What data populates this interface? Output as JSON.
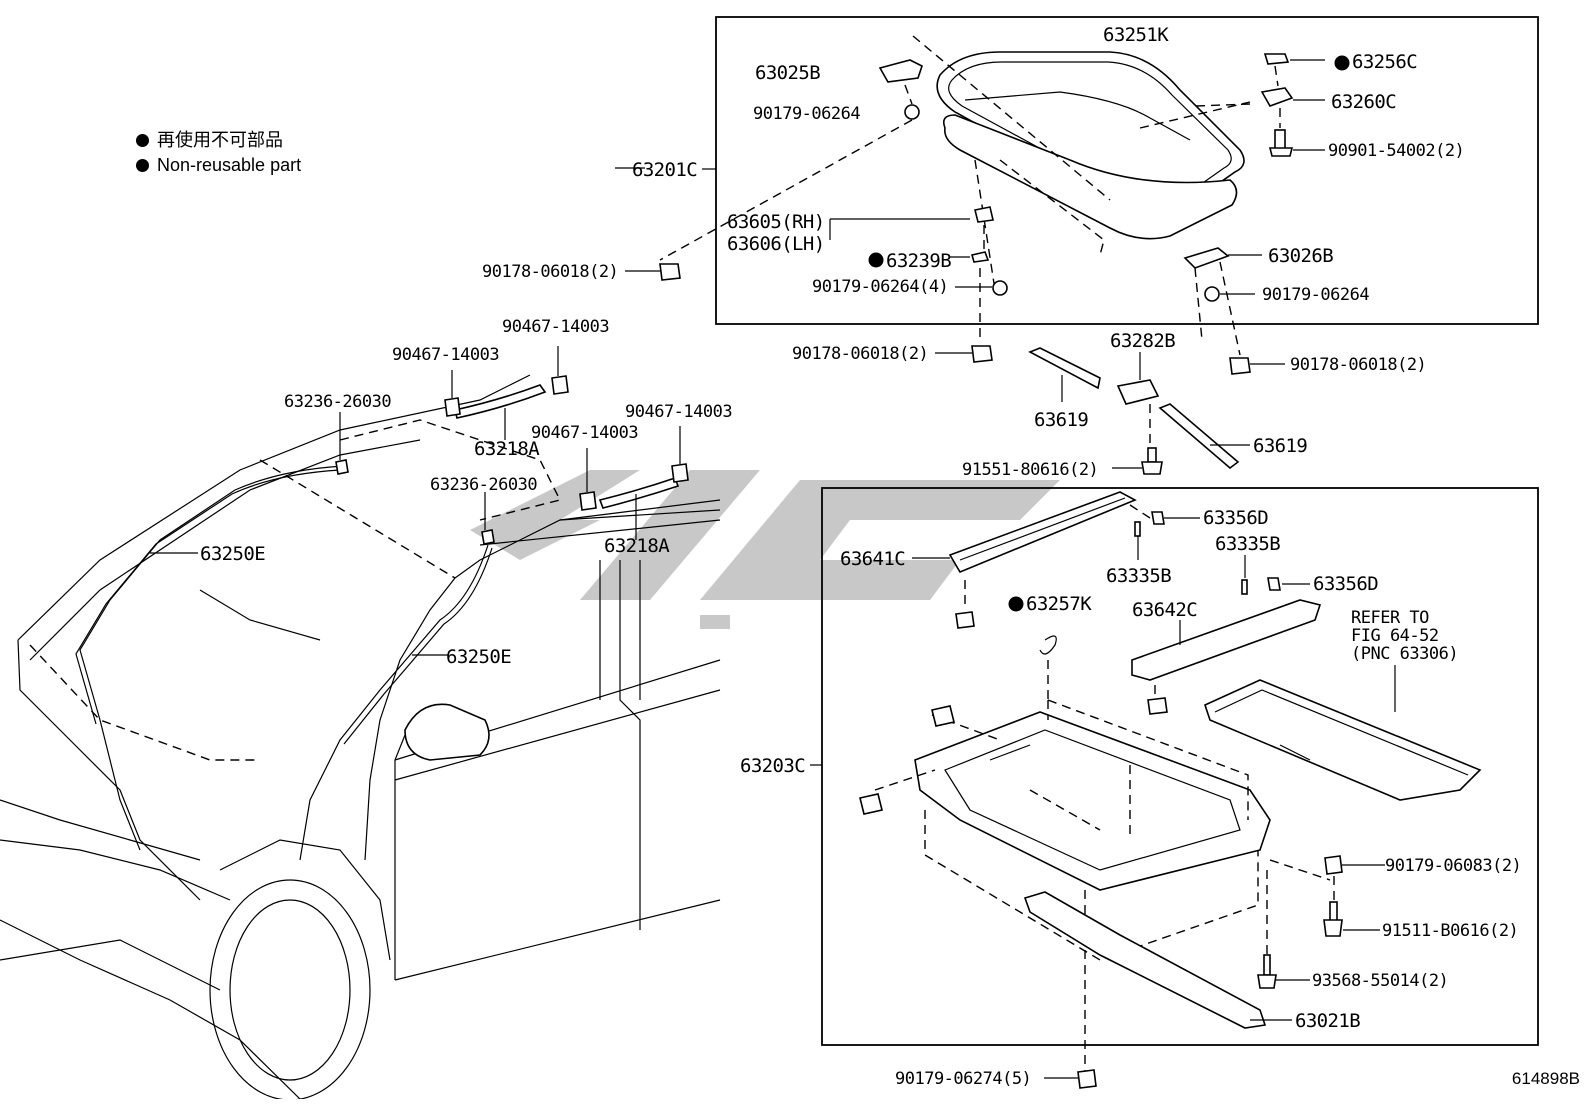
{
  "legend": {
    "jp": "再使用不可部品",
    "en": "Non-reusable part"
  },
  "figure_number": "614898B",
  "groups": {
    "sunroof_assembly": "63201C",
    "sunshade_assembly": "63203C"
  },
  "parts": {
    "p63251K": "63251K",
    "p63025B": "63025B",
    "p63256C": "63256C",
    "p63260C": "63260C",
    "p90179_06264_a": "90179-06264",
    "p90901_54002": "90901-54002(2)",
    "p63605": "63605(RH)",
    "p63606": "63606(LH)",
    "p63239B": "63239B",
    "p63026B": "63026B",
    "p90179_06264_b": "90179-06264(4)",
    "p90179_06264_c": "90179-06264",
    "p90178_06018_a": "90178-06018(2)",
    "p90178_06018_b": "90178-06018(2)",
    "p90178_06018_c": "90178-06018(2)",
    "p90467_14003_a": "90467-14003",
    "p90467_14003_b": "90467-14003",
    "p90467_14003_c": "90467-14003",
    "p90467_14003_d": "90467-14003",
    "p63236_26030_a": "63236-26030",
    "p63236_26030_b": "63236-26030",
    "p63218A_a": "63218A",
    "p63218A_b": "63218A",
    "p63250E_a": "63250E",
    "p63250E_b": "63250E",
    "p63282B": "63282B",
    "p63619_a": "63619",
    "p63619_b": "63619",
    "p91551_80616": "91551-80616(2)",
    "p63356D_a": "63356D",
    "p63356D_b": "63356D",
    "p63335B_a": "63335B",
    "p63335B_b": "63335B",
    "p63641C": "63641C",
    "p63257K": "63257K",
    "p63642C": "63642C",
    "refer_1": "REFER TO",
    "refer_2": "FIG 64-52",
    "refer_3": "(PNC 63306)",
    "p90179_06083": "90179-06083(2)",
    "p91511_B0616": "91511-B0616(2)",
    "p93568_55014": "93568-55014(2)",
    "p63021B": "63021B",
    "p90179_06274": "90179-06274(5)"
  }
}
